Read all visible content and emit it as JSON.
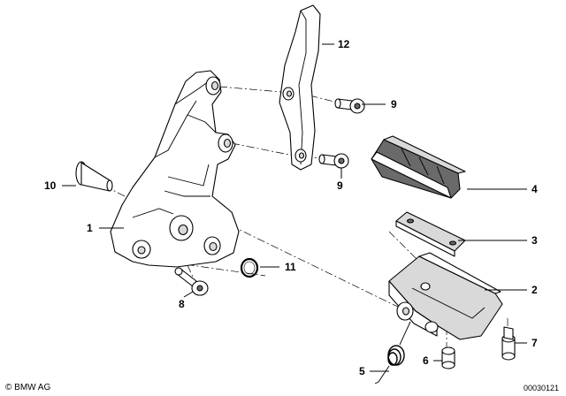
{
  "callouts": {
    "c1": "1",
    "c2": "2",
    "c3": "3",
    "c4": "4",
    "c5": "5",
    "c6": "6",
    "c7": "7",
    "c8": "8",
    "c9a": "9",
    "c9b": "9",
    "c10": "10",
    "c11": "11",
    "c12": "12"
  },
  "footer": {
    "copyright": "© BMW AG",
    "diagram_number": "00030121"
  }
}
